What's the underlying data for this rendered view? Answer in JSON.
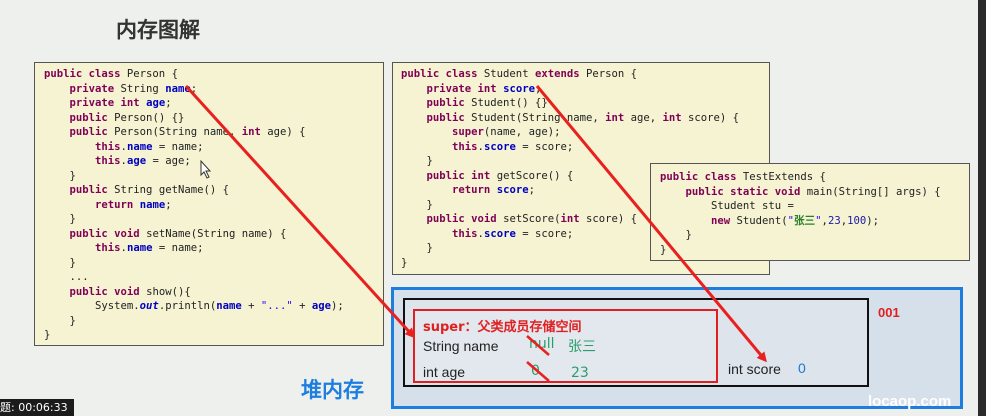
{
  "title": "内存图解",
  "person_code": [
    [
      [
        "kw",
        "public class "
      ],
      [
        "",
        "Person {"
      ]
    ],
    [
      [
        "",
        "    "
      ],
      [
        "kw",
        "private "
      ],
      [
        "",
        "String "
      ],
      [
        "fld",
        "name"
      ],
      [
        "",
        ";"
      ]
    ],
    [
      [
        "",
        "    "
      ],
      [
        "kw",
        "private int "
      ],
      [
        "fld",
        "age"
      ],
      [
        "",
        ";"
      ]
    ],
    [
      [
        "",
        "    "
      ],
      [
        "kw",
        "public "
      ],
      [
        "",
        "Person() {}"
      ]
    ],
    [
      [
        "",
        "    "
      ],
      [
        "kw",
        "public "
      ],
      [
        "",
        "Person(String name, "
      ],
      [
        "kw",
        "int "
      ],
      [
        "",
        "age) {"
      ]
    ],
    [
      [
        "",
        "        "
      ],
      [
        "kw",
        "this"
      ],
      [
        "",
        "."
      ],
      [
        "fld",
        "name"
      ],
      [
        "",
        " = name;"
      ]
    ],
    [
      [
        "",
        "        "
      ],
      [
        "kw",
        "this"
      ],
      [
        "",
        "."
      ],
      [
        "fld",
        "age"
      ],
      [
        "",
        " = age;"
      ]
    ],
    [
      [
        "",
        "    }"
      ]
    ],
    [
      [
        "",
        "    "
      ],
      [
        "kw",
        "public "
      ],
      [
        "",
        "String getName() {"
      ]
    ],
    [
      [
        "",
        "        "
      ],
      [
        "kw",
        "return "
      ],
      [
        "fld",
        "name"
      ],
      [
        "",
        ";"
      ]
    ],
    [
      [
        "",
        "    }"
      ]
    ],
    [
      [
        "",
        "    "
      ],
      [
        "kw",
        "public void "
      ],
      [
        "",
        "setName(String name) {"
      ]
    ],
    [
      [
        "",
        "        "
      ],
      [
        "kw",
        "this"
      ],
      [
        "",
        "."
      ],
      [
        "fld",
        "name"
      ],
      [
        "",
        " = name;"
      ]
    ],
    [
      [
        "",
        "    }"
      ]
    ],
    [
      [
        "",
        "    ..."
      ]
    ],
    [
      [
        "",
        "    "
      ],
      [
        "kw",
        "public void "
      ],
      [
        "",
        "show(){"
      ]
    ],
    [
      [
        "",
        "        System."
      ],
      [
        "it",
        "out"
      ],
      [
        "",
        ".println("
      ],
      [
        "fld",
        "name"
      ],
      [
        "",
        " + "
      ],
      [
        "str",
        "\"...\""
      ],
      [
        "",
        " + "
      ],
      [
        "fld",
        "age"
      ],
      [
        "",
        ");"
      ]
    ],
    [
      [
        "",
        "    }"
      ]
    ],
    [
      [
        "",
        "}"
      ]
    ]
  ],
  "student_code": [
    [
      [
        "kw",
        "public class "
      ],
      [
        "",
        "Student "
      ],
      [
        "kw",
        "extends "
      ],
      [
        "",
        "Person {"
      ]
    ],
    [
      [
        "",
        "    "
      ],
      [
        "kw",
        "private int "
      ],
      [
        "fld",
        "score"
      ],
      [
        "",
        ";"
      ]
    ],
    [
      [
        "",
        "    "
      ],
      [
        "kw",
        "public "
      ],
      [
        "",
        "Student() {}"
      ]
    ],
    [
      [
        "",
        "    "
      ],
      [
        "kw",
        "public "
      ],
      [
        "",
        "Student(String name, "
      ],
      [
        "kw",
        "int "
      ],
      [
        "",
        "age, "
      ],
      [
        "kw",
        "int "
      ],
      [
        "",
        "score) {"
      ]
    ],
    [
      [
        "",
        "        "
      ],
      [
        "kw",
        "super"
      ],
      [
        "",
        "(name, age);"
      ]
    ],
    [
      [
        "",
        "        "
      ],
      [
        "kw",
        "this"
      ],
      [
        "",
        "."
      ],
      [
        "fld",
        "score"
      ],
      [
        "",
        " = score;"
      ]
    ],
    [
      [
        "",
        "    }"
      ]
    ],
    [
      [
        "",
        "    "
      ],
      [
        "kw",
        "public int "
      ],
      [
        "",
        "getScore() {"
      ]
    ],
    [
      [
        "",
        "        "
      ],
      [
        "kw",
        "return "
      ],
      [
        "fld",
        "score"
      ],
      [
        "",
        ";"
      ]
    ],
    [
      [
        "",
        "    }"
      ]
    ],
    [
      [
        "",
        "    "
      ],
      [
        "kw",
        "public void "
      ],
      [
        "",
        "setScore("
      ],
      [
        "kw",
        "int "
      ],
      [
        "",
        "score) {"
      ]
    ],
    [
      [
        "",
        "        "
      ],
      [
        "kw",
        "this"
      ],
      [
        "",
        "."
      ],
      [
        "fld",
        "score"
      ],
      [
        "",
        " = score;"
      ]
    ],
    [
      [
        "",
        "    }"
      ]
    ],
    [
      [
        "",
        "}"
      ]
    ]
  ],
  "test_code": [
    [
      [
        "kw",
        "public class "
      ],
      [
        "",
        "TestExtends {"
      ]
    ],
    [
      [
        "",
        "    "
      ],
      [
        "kw",
        "public static void "
      ],
      [
        "",
        "main(String[] args) {"
      ]
    ],
    [
      [
        "",
        "        Student stu ="
      ]
    ],
    [
      [
        "",
        "        "
      ],
      [
        "kw",
        "new "
      ],
      [
        "",
        "Student("
      ],
      [
        "str",
        "\""
      ],
      [
        "cn",
        "张三"
      ],
      [
        "str",
        "\""
      ],
      [
        "",
        ","
      ],
      [
        "num",
        "23"
      ],
      [
        "",
        ","
      ],
      [
        "num",
        "100"
      ],
      [
        "",
        ");"
      ]
    ],
    [
      [
        "",
        "    }"
      ]
    ],
    [
      [
        "",
        "}"
      ]
    ]
  ],
  "heap": {
    "label": "堆内存",
    "address": "001",
    "super_label": "super：父类成员存储空间",
    "name_field": "String name",
    "name_old": "null",
    "name_new": "张三",
    "age_field": "int age",
    "age_old": "0",
    "age_new": "23",
    "score_field": "int score",
    "score_value": "0"
  },
  "player": {
    "time": "题: 00:06:33"
  },
  "watermark": "locaop.com",
  "colors": {
    "arrow": "#e82020",
    "heap_border": "#1e7ee0",
    "code_bg": "#f5f3d2"
  }
}
